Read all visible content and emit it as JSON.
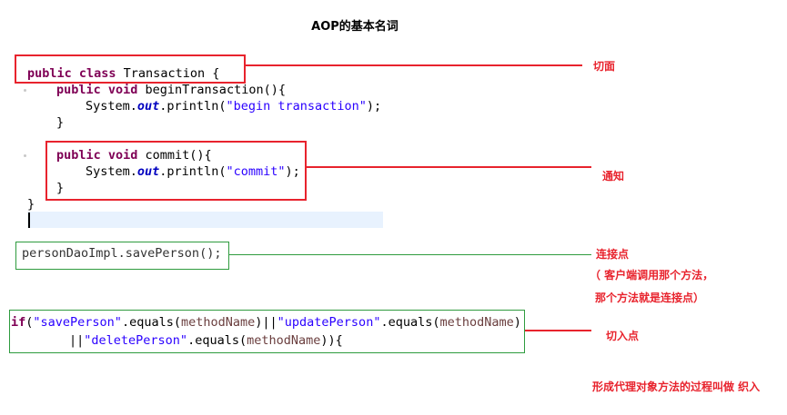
{
  "title": "AOP的基本名词",
  "code_block_1": {
    "line1": {
      "kw": "public class",
      "rest": " Transaction {"
    },
    "line2": {
      "kw": "public void",
      "rest": " beginTransaction(){"
    },
    "line3": {
      "pre": "System.",
      "fld": "out",
      "mid": ".println(",
      "str": "\"begin transaction\"",
      "end": ");"
    },
    "line4": "}",
    "line5": {
      "kw": "public void",
      "rest": " commit(){"
    },
    "line6": {
      "pre": "System.",
      "fld": "out",
      "mid": ".println(",
      "str": "\"commit\"",
      "end": ");"
    },
    "line7": "}",
    "line8": "}"
  },
  "code_block_2": "personDaoImpl.savePerson();",
  "code_block_3": {
    "l1_kw": "if",
    "l1_a": "(",
    "l1_s1": "\"savePerson\"",
    "l1_b": ".equals(",
    "l1_v1": "methodName",
    "l1_c": ")||",
    "l1_s2": "\"updatePerson\"",
    "l1_d": ".equals(",
    "l1_v2": "methodName",
    "l1_e": ")",
    "l2_a": "||",
    "l2_s3": "\"deletePerson\"",
    "l2_b": ".equals(",
    "l2_v3": "methodName",
    "l2_c": ")){"
  },
  "labels": {
    "aspect": "切面",
    "advice": "通知",
    "joinpoint": "连接点",
    "joinpoint_note1": "（ 客户端调用那个方法，",
    "joinpoint_note2": "那个方法就是连接点）",
    "pointcut": "切入点",
    "weaving": "形成代理对象方法的过程叫做 织入"
  },
  "colors": {
    "annotation_red": "#e8232d",
    "annotation_green": "#2e9b3e",
    "keyword": "#7f0055",
    "string": "#2a00ff",
    "field": "#0000c0"
  }
}
